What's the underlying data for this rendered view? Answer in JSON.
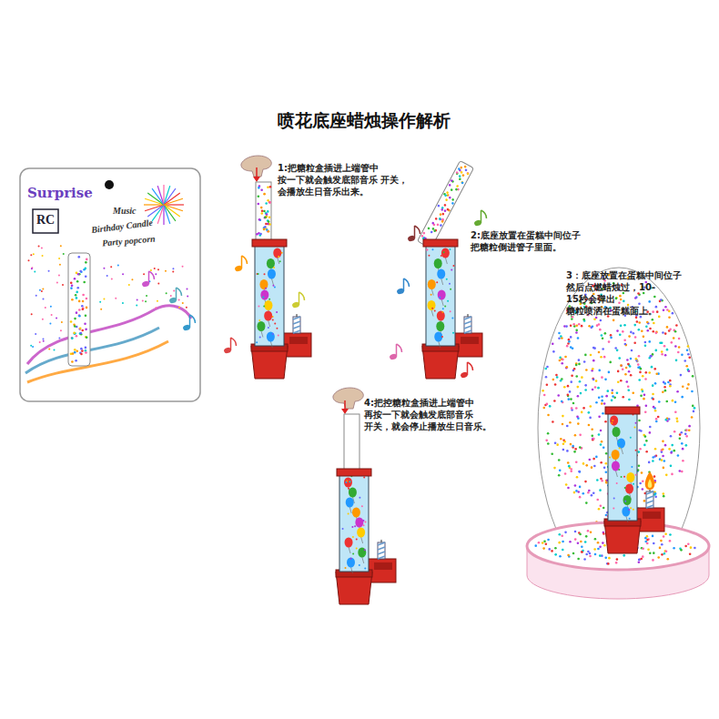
{
  "diagram": {
    "title": "喷花底座蜡烛操作解析",
    "labels": [
      "Surprise",
      "Music",
      "Birthday Candle",
      "Party popcorn",
      "RC",
      "1:把糖粒盒插进上端管中 按一下就会触发底部音乐 开关，会播放生日音乐出来。",
      "2:底座放置在蛋糕中间位子 把糖粒倒进管子里面。",
      "3：底座放置在蛋糕中间位子 然后点燃蜡烛过，10-15秒会弹出 糖粒喷洒在蛋糕面上。",
      "4:把控糖粒盒插进上端管中 再按一下就会触发底部音乐 开关，就会停止播放生日音乐。"
    ]
  }
}
